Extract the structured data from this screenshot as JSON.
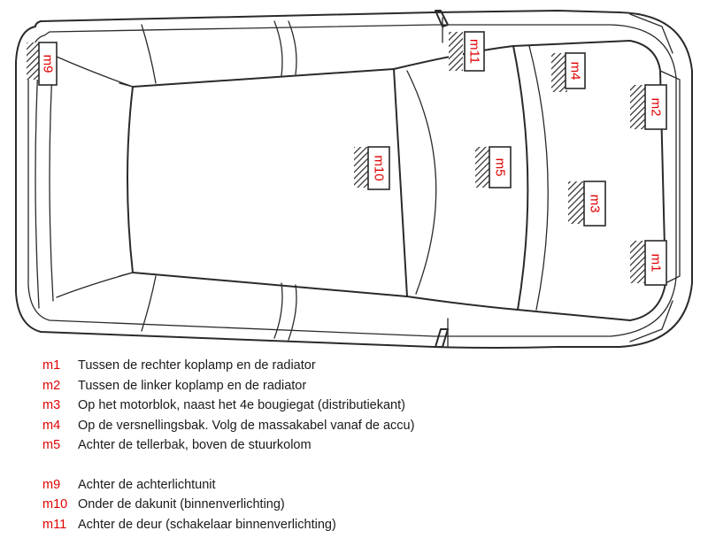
{
  "markers": [
    {
      "id": "m1",
      "label": "m1"
    },
    {
      "id": "m2",
      "label": "m2"
    },
    {
      "id": "m3",
      "label": "m3"
    },
    {
      "id": "m4",
      "label": "m4"
    },
    {
      "id": "m5",
      "label": "m5"
    },
    {
      "id": "m9",
      "label": "m9"
    },
    {
      "id": "m10",
      "label": "m10"
    },
    {
      "id": "m11",
      "label": "m11"
    }
  ],
  "legend": [
    {
      "code": "m1",
      "text": "Tussen de rechter koplamp en de radiator"
    },
    {
      "code": "m2",
      "text": "Tussen de linker koplamp en de radiator"
    },
    {
      "code": "m3",
      "text": "Op het motorblok, naast het 4e bougiegat (distributiekant)"
    },
    {
      "code": "m4",
      "text": "Op de versnellingsbak. Volg de massakabel vanaf de accu)"
    },
    {
      "code": "m5",
      "text": "Achter de tellerbak, boven de stuurkolom"
    },
    {
      "code": "m9",
      "text": "Achter de achterlichtunit"
    },
    {
      "code": "m10",
      "text": "Onder de dakunit (binnenverlichting)"
    },
    {
      "code": "m11",
      "text": "Achter de deur (schakelaar binnenverlichting)"
    }
  ],
  "colors": {
    "code": "#e00000",
    "line": "#2a2a2a",
    "background": "#ffffff"
  }
}
